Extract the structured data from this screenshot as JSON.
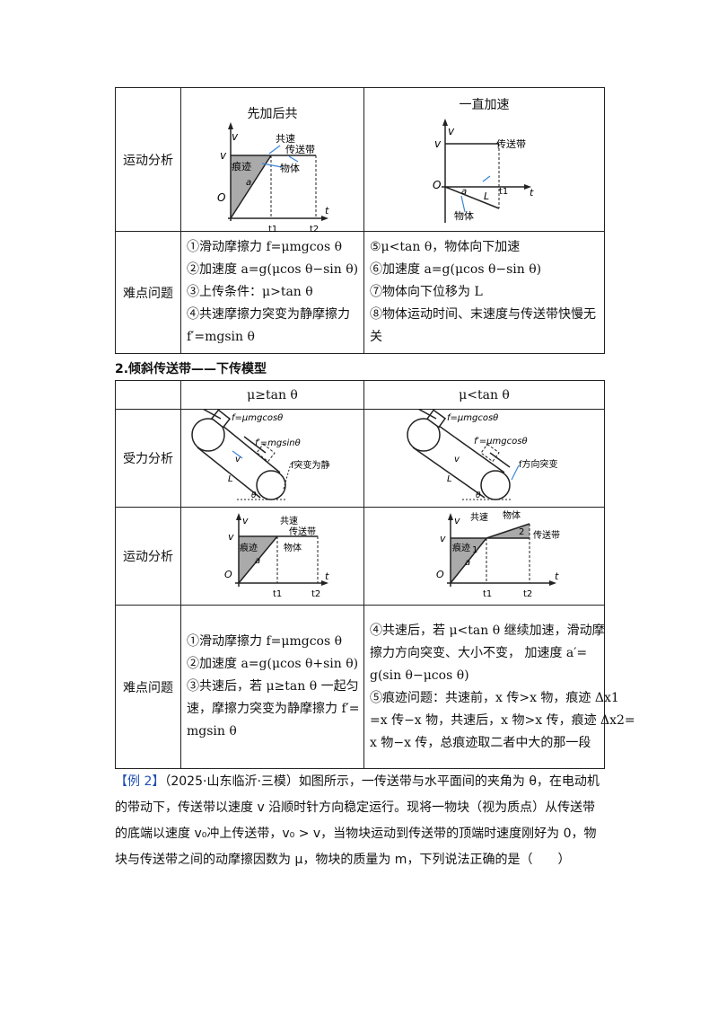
{
  "table1": {
    "row_motion": {
      "label": "运动分析",
      "left": {
        "caption": "先加后共",
        "labels": {
          "v_axis": "v",
          "v_level": "v",
          "origin": "O",
          "a": "a",
          "t1": "t1",
          "t2": "t2",
          "t": "t",
          "common": "共速",
          "belt": "传送带",
          "object": "物体",
          "trace": "痕迹"
        }
      },
      "right": {
        "caption": "一直加速",
        "labels": {
          "v_axis": "v",
          "v_level": "v",
          "origin": "O",
          "a": "a",
          "L": "L",
          "t1": "t1",
          "t": "t",
          "belt": "传送带",
          "object": "物体"
        }
      }
    },
    "row_difficulty": {
      "label": "难点问题",
      "left_lines": [
        "①滑动摩擦力 f=μmgcos θ",
        "②加速度 a=g(μcos θ−sin θ)",
        "③上传条件：μ>tan θ",
        "④共速摩擦力突变为静摩擦力",
        "f′=mgsin θ"
      ],
      "right_lines": [
        "⑤μ<tan θ，物体向下加速",
        "⑥加速度 a=g(μcos θ−sin θ)",
        "⑦物体向下位移为 L",
        "⑧物体运动时间、末速度与传送带快慢无",
        "关"
      ]
    }
  },
  "section2": {
    "title": "2.倾斜传送带——下传模型"
  },
  "table2": {
    "header": {
      "left": "μ≥tan θ",
      "right": "μ<tan θ"
    },
    "row_force": {
      "label": "受力分析",
      "left": {
        "f": "f=μmgcosθ",
        "f2": "f′=mgsinθ",
        "note": "f突变为静",
        "v": "v",
        "L": "L",
        "theta": "θ"
      },
      "right": {
        "f": "f=μmgcosθ",
        "f2": "f′=μmgcosθ",
        "note": "f方向突变",
        "v": "v",
        "L": "L",
        "theta": "θ"
      }
    },
    "row_motion": {
      "label": "运动分析",
      "left": {
        "v_axis": "v",
        "v_level": "v",
        "origin": "O",
        "a": "a",
        "t1": "t1",
        "t2": "t2",
        "t": "t",
        "common": "共速",
        "belt": "传送带",
        "object": "物体",
        "trace": "痕迹"
      },
      "right": {
        "v_axis": "v",
        "v_level": "v",
        "origin": "O",
        "a": "a",
        "t1": "t1",
        "t2": "t2",
        "t": "t",
        "common": "共速",
        "belt": "传送带",
        "object": "物体",
        "trace": "痕迹",
        "n1": "1",
        "n2": "2"
      }
    },
    "row_difficulty": {
      "label": "难点问题",
      "left_lines": [
        "①滑动摩擦力 f=μmgcos θ",
        "②加速度 a=g(μcos θ+sin θ)",
        "③共速后，若 μ≥tan θ 一起匀",
        "速，摩擦力突变为静摩擦力 f′=",
        "mgsin θ"
      ],
      "right_lines": [
        "④共速后，若 μ<tan θ 继续加速，滑动摩",
        "擦力方向突变、大小不变， 加速度 a′=",
        "g(sin θ−μcos θ)",
        "⑤痕迹问题：共速前，x 传>x 物，痕迹 Δx1",
        "=x 传−x 物，共速后，x 物>x 传，痕迹 Δx2=",
        "x 物−x 传，总痕迹取二者中大的那一段"
      ]
    }
  },
  "example": {
    "tag": "【例 2】",
    "text": "（2025·山东临沂·三模）如图所示，一传送带与水平面间的夹角为 θ，在电动机的带动下，传送带以速度 v 沿顺时针方向稳定运行。现将一物块（视为质点）从传送带的底端以速度 v₀冲上传送带，v₀ > v，当物块运动到传送带的顶端时速度刚好为 0，物块与传送带之间的动摩擦因数为 μ，物块的质量为 m，下列说法正确的是（　　）"
  }
}
